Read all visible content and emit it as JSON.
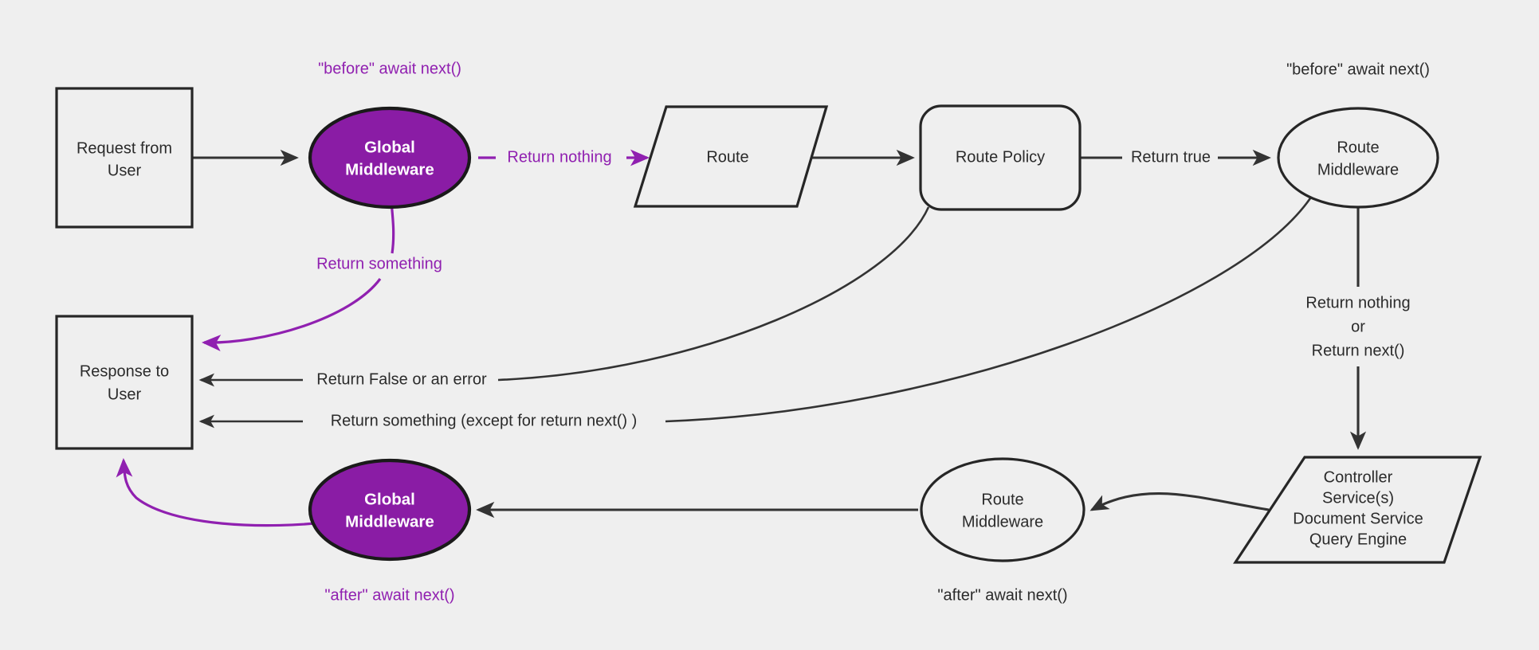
{
  "diagram": {
    "title": "Middleware request lifecycle flow",
    "background_color": "#efefef",
    "accent_color": "#8a1ca5",
    "line_color": "#333333",
    "accent_line_color": "#9020b0",
    "nodes": [
      {
        "id": "request",
        "label_line1": "Request from",
        "label_line2": "User",
        "shape": "rect",
        "style": "plain"
      },
      {
        "id": "global_mw_top",
        "label_line1": "Global",
        "label_line2": "Middleware",
        "shape": "ellipse",
        "style": "accent"
      },
      {
        "id": "route",
        "label_line1": "Route",
        "label_line2": "",
        "shape": "parallelogram",
        "style": "plain"
      },
      {
        "id": "route_policy",
        "label_line1": "Route Policy",
        "label_line2": "",
        "shape": "rounded-rect",
        "style": "plain"
      },
      {
        "id": "route_mw_top",
        "label_line1": "Route",
        "label_line2": "Middleware",
        "shape": "ellipse",
        "style": "plain"
      },
      {
        "id": "controller",
        "label_line1": "Controller",
        "label_line2": "Service(s)",
        "label_line3": "Document Service",
        "label_line4": "Query Engine",
        "shape": "parallelogram",
        "style": "plain"
      },
      {
        "id": "route_mw_bot",
        "label_line1": "Route",
        "label_line2": "Middleware",
        "shape": "ellipse",
        "style": "plain"
      },
      {
        "id": "global_mw_bot",
        "label_line1": "Global",
        "label_line2": "Middleware",
        "shape": "ellipse",
        "style": "accent"
      },
      {
        "id": "response",
        "label_line1": "Response to",
        "label_line2": "User",
        "shape": "rect",
        "style": "plain"
      }
    ],
    "edge_labels": [
      {
        "id": "before_global",
        "text": "\"before\" await next()",
        "style": "accent"
      },
      {
        "id": "return_nothing",
        "text": "Return nothing",
        "style": "accent"
      },
      {
        "id": "return_something",
        "text": "Return something",
        "style": "accent"
      },
      {
        "id": "return_true",
        "text": "Return true",
        "style": "plain"
      },
      {
        "id": "before_route",
        "text": "\"before\" await next()",
        "style": "plain"
      },
      {
        "id": "rm_nothing",
        "text": "Return nothing",
        "style": "plain"
      },
      {
        "id": "rm_or",
        "text": "or",
        "style": "plain"
      },
      {
        "id": "rm_next",
        "text": "Return next()",
        "style": "plain"
      },
      {
        "id": "return_false",
        "text": "Return False or an error",
        "style": "plain"
      },
      {
        "id": "return_except",
        "text": "Return something (except for return next() )",
        "style": "plain"
      },
      {
        "id": "after_route",
        "text": "\"after\" await next()",
        "style": "plain"
      },
      {
        "id": "after_global",
        "text": "\"after\" await next()",
        "style": "accent"
      }
    ]
  }
}
